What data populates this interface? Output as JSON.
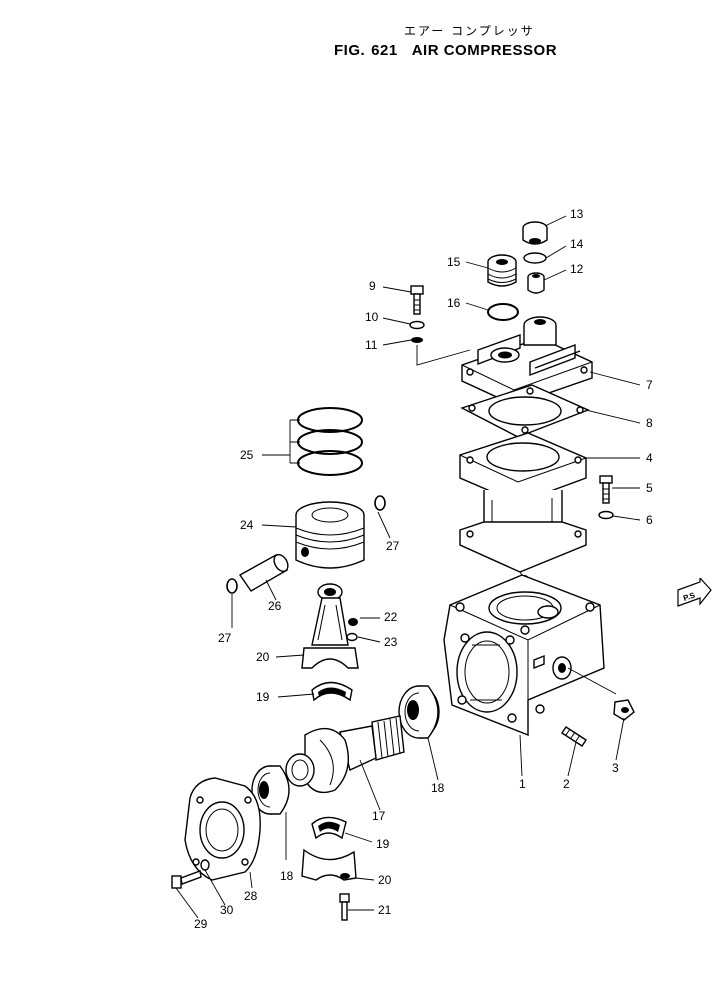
{
  "header": {
    "japanese_title": "エアー コンプレッサ",
    "fig_label": "FIG.",
    "fig_number": "621",
    "title": "AIR COMPRESSOR"
  },
  "callouts": {
    "c1": "1",
    "c2": "2",
    "c3": "3",
    "c4": "4",
    "c5": "5",
    "c6": "6",
    "c7": "7",
    "c8": "8",
    "c9": "9",
    "c10": "10",
    "c11": "11",
    "c12": "12",
    "c13": "13",
    "c14": "14",
    "c15": "15",
    "c16": "16",
    "c17": "17",
    "c18a": "18",
    "c18b": "18",
    "c19a": "19",
    "c19b": "19",
    "c20a": "20",
    "c20b": "20",
    "c21": "21",
    "c22": "22",
    "c23": "23",
    "c24": "24",
    "c25": "25",
    "c26": "26",
    "c27a": "27",
    "c27b": "27",
    "c28": "28",
    "c29": "29",
    "c30": "30"
  },
  "nav_arrow": {
    "label": "P.S"
  }
}
